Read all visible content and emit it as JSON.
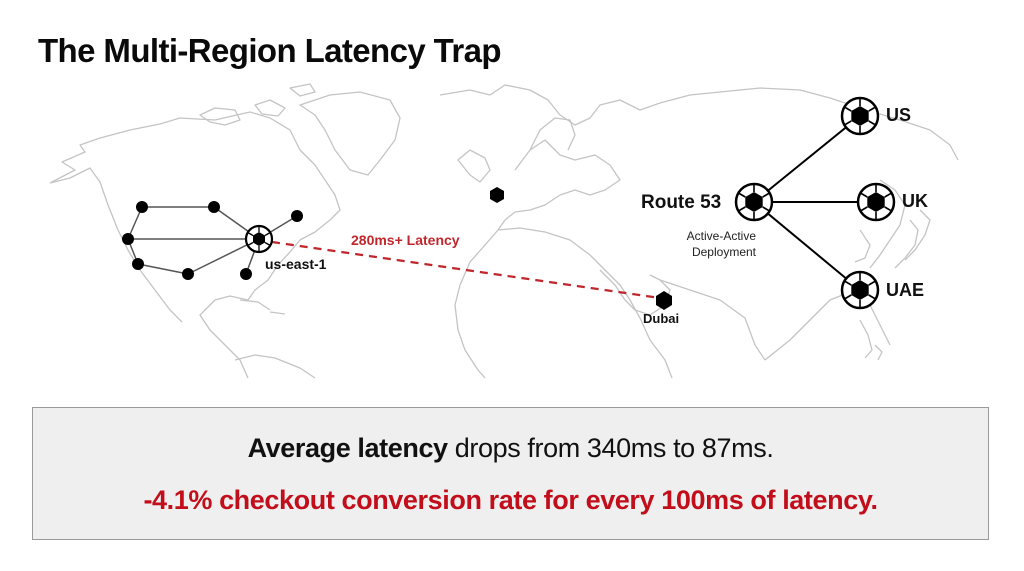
{
  "slide": {
    "title": "The Multi-Region Latency Trap"
  },
  "map": {
    "left_cluster": {
      "hub_label": "us-east-1",
      "link_label": "280ms+ Latency",
      "link_color": "#c0272d",
      "remote_label": "Dubai"
    },
    "right_cluster": {
      "router_label": "Route 53",
      "router_sublabel_line1": "Active-Active",
      "router_sublabel_line2": "Deployment",
      "regions": [
        {
          "label": "US"
        },
        {
          "label": "UK"
        },
        {
          "label": "UAE"
        }
      ]
    }
  },
  "summary": {
    "line1_bold": "Average latency",
    "line1_rest": " drops from 340ms to 87ms.",
    "line2": "-4.1% checkout conversion rate for every 100ms of latency.",
    "line2_color": "#c20e1a"
  }
}
